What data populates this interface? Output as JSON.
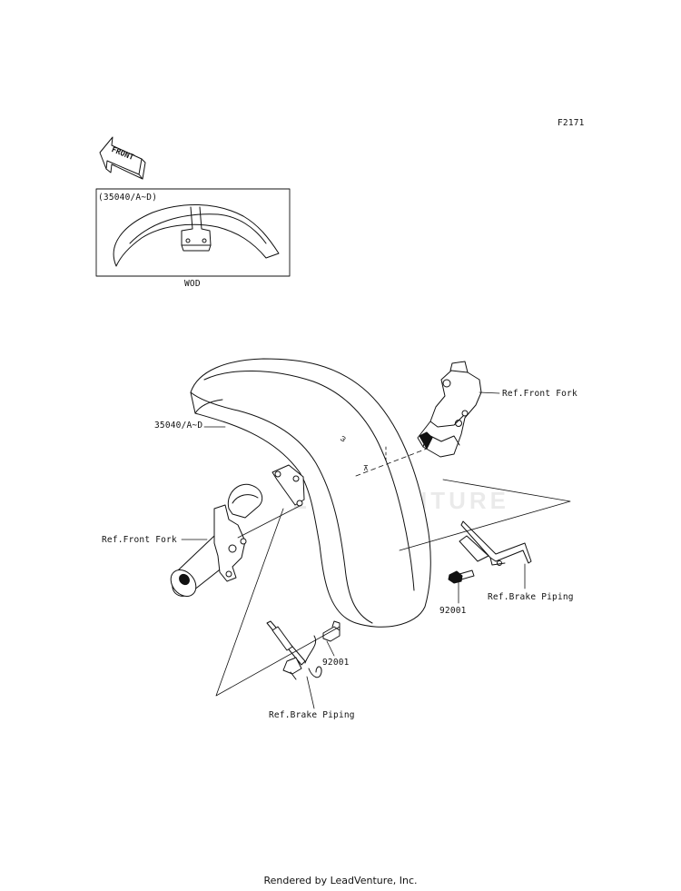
{
  "figure_code": "F2171",
  "front_arrow_text": "FRONT",
  "inset": {
    "part_label": "(35040/A~D)",
    "caption": "WOD"
  },
  "callouts": {
    "fender": "35040/A~D",
    "ref_front_fork_right": "Ref.Front Fork",
    "ref_front_fork_left": "Ref.Front Fork",
    "bolt_right": "92001",
    "bolt_left": "92001",
    "ref_brake_piping_right": "Ref.Brake Piping",
    "ref_brake_piping_left": "Ref.Brake Piping"
  },
  "watermark": "LEADVENTURE",
  "footer": "Rendered by LeadVenture, Inc."
}
